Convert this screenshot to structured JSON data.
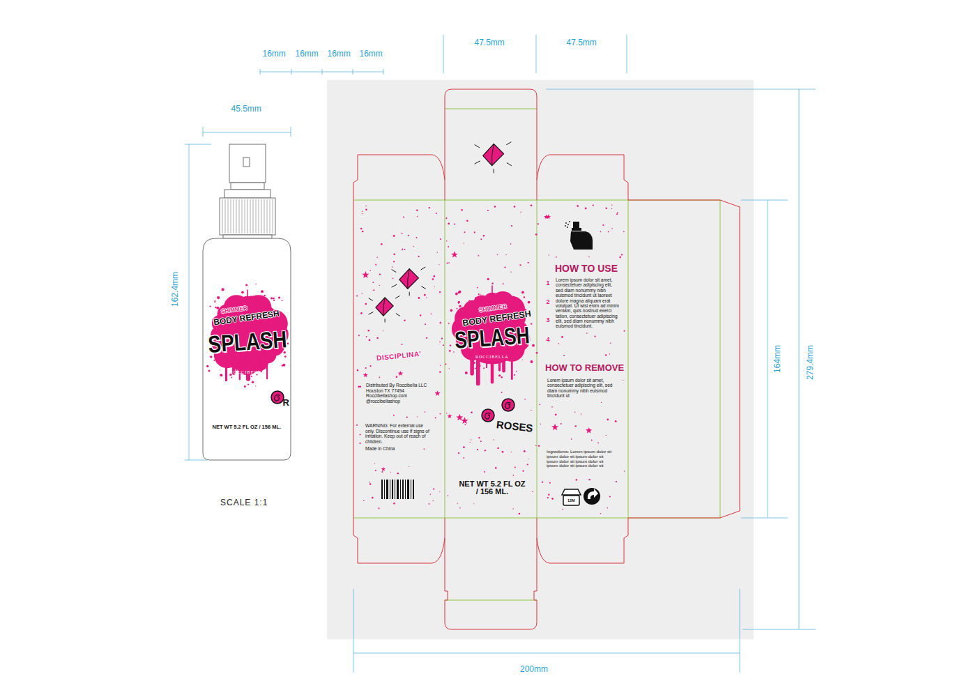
{
  "diagram": {
    "nodes": [
      {
        "text": [
          "SHIMMER",
          "BODY REFRESH",
          "SPLASH",
          "ROCCIBELLA",
          "R",
          "NET WT 5.2 FL OZ / 156 ML."
        ]
      },
      {
        "text": [
          "DISCIPLINA'",
          "Distributed By Roccibella LLC Houston TX 77494 Roccibellashop.com @roccibellashop",
          "WARNING: For external use only. Discontinue use if signs of irritation. Keep out of reach of children.",
          "Made in China"
        ]
      },
      {
        "text": [
          "SHIMMER",
          "BODY REFRESH",
          "SPLASH",
          "ROCCIBELLA",
          "ROSES",
          "NET WT 5.2 FL OZ / 156 ML."
        ]
      },
      {
        "text": [
          "HOW TO USE",
          "1",
          "2",
          "3",
          "4",
          "Lorem ipsum dolor sit amet, consectetuer adipiscing elit, sed diam nonummy nibh euismod tincidunt ut laoreet dolore magna aliquam erat volutpat. Ut wisi enim ad minim veniam, quis nostrud exerci tation, consectetuer adipiscing elit, sed diam nonummy nibh euismod tincidunt.",
          "HOW TO REMOVE",
          "Lorem ipsum dolor sit amet, consectetuer adipiscing elit, sed diam nonummy nibh euismod tincidunt ut",
          "Ingredients: Lorem ipsum dolor sit ipsum dolor sit ipsum dolor sit ipsum dolor sit ipsum dolor sit ipsum dolor sit ipsum dolor sit",
          "12M"
        ]
      }
    ],
    "labels": [
      "16mm",
      "16mm",
      "16mm",
      "16mm",
      "45.5mm",
      "47.5mm",
      "47.5mm",
      "162.4mm",
      "164mm",
      "279.4mm",
      "200mm",
      "SCALE 1:1"
    ]
  }
}
